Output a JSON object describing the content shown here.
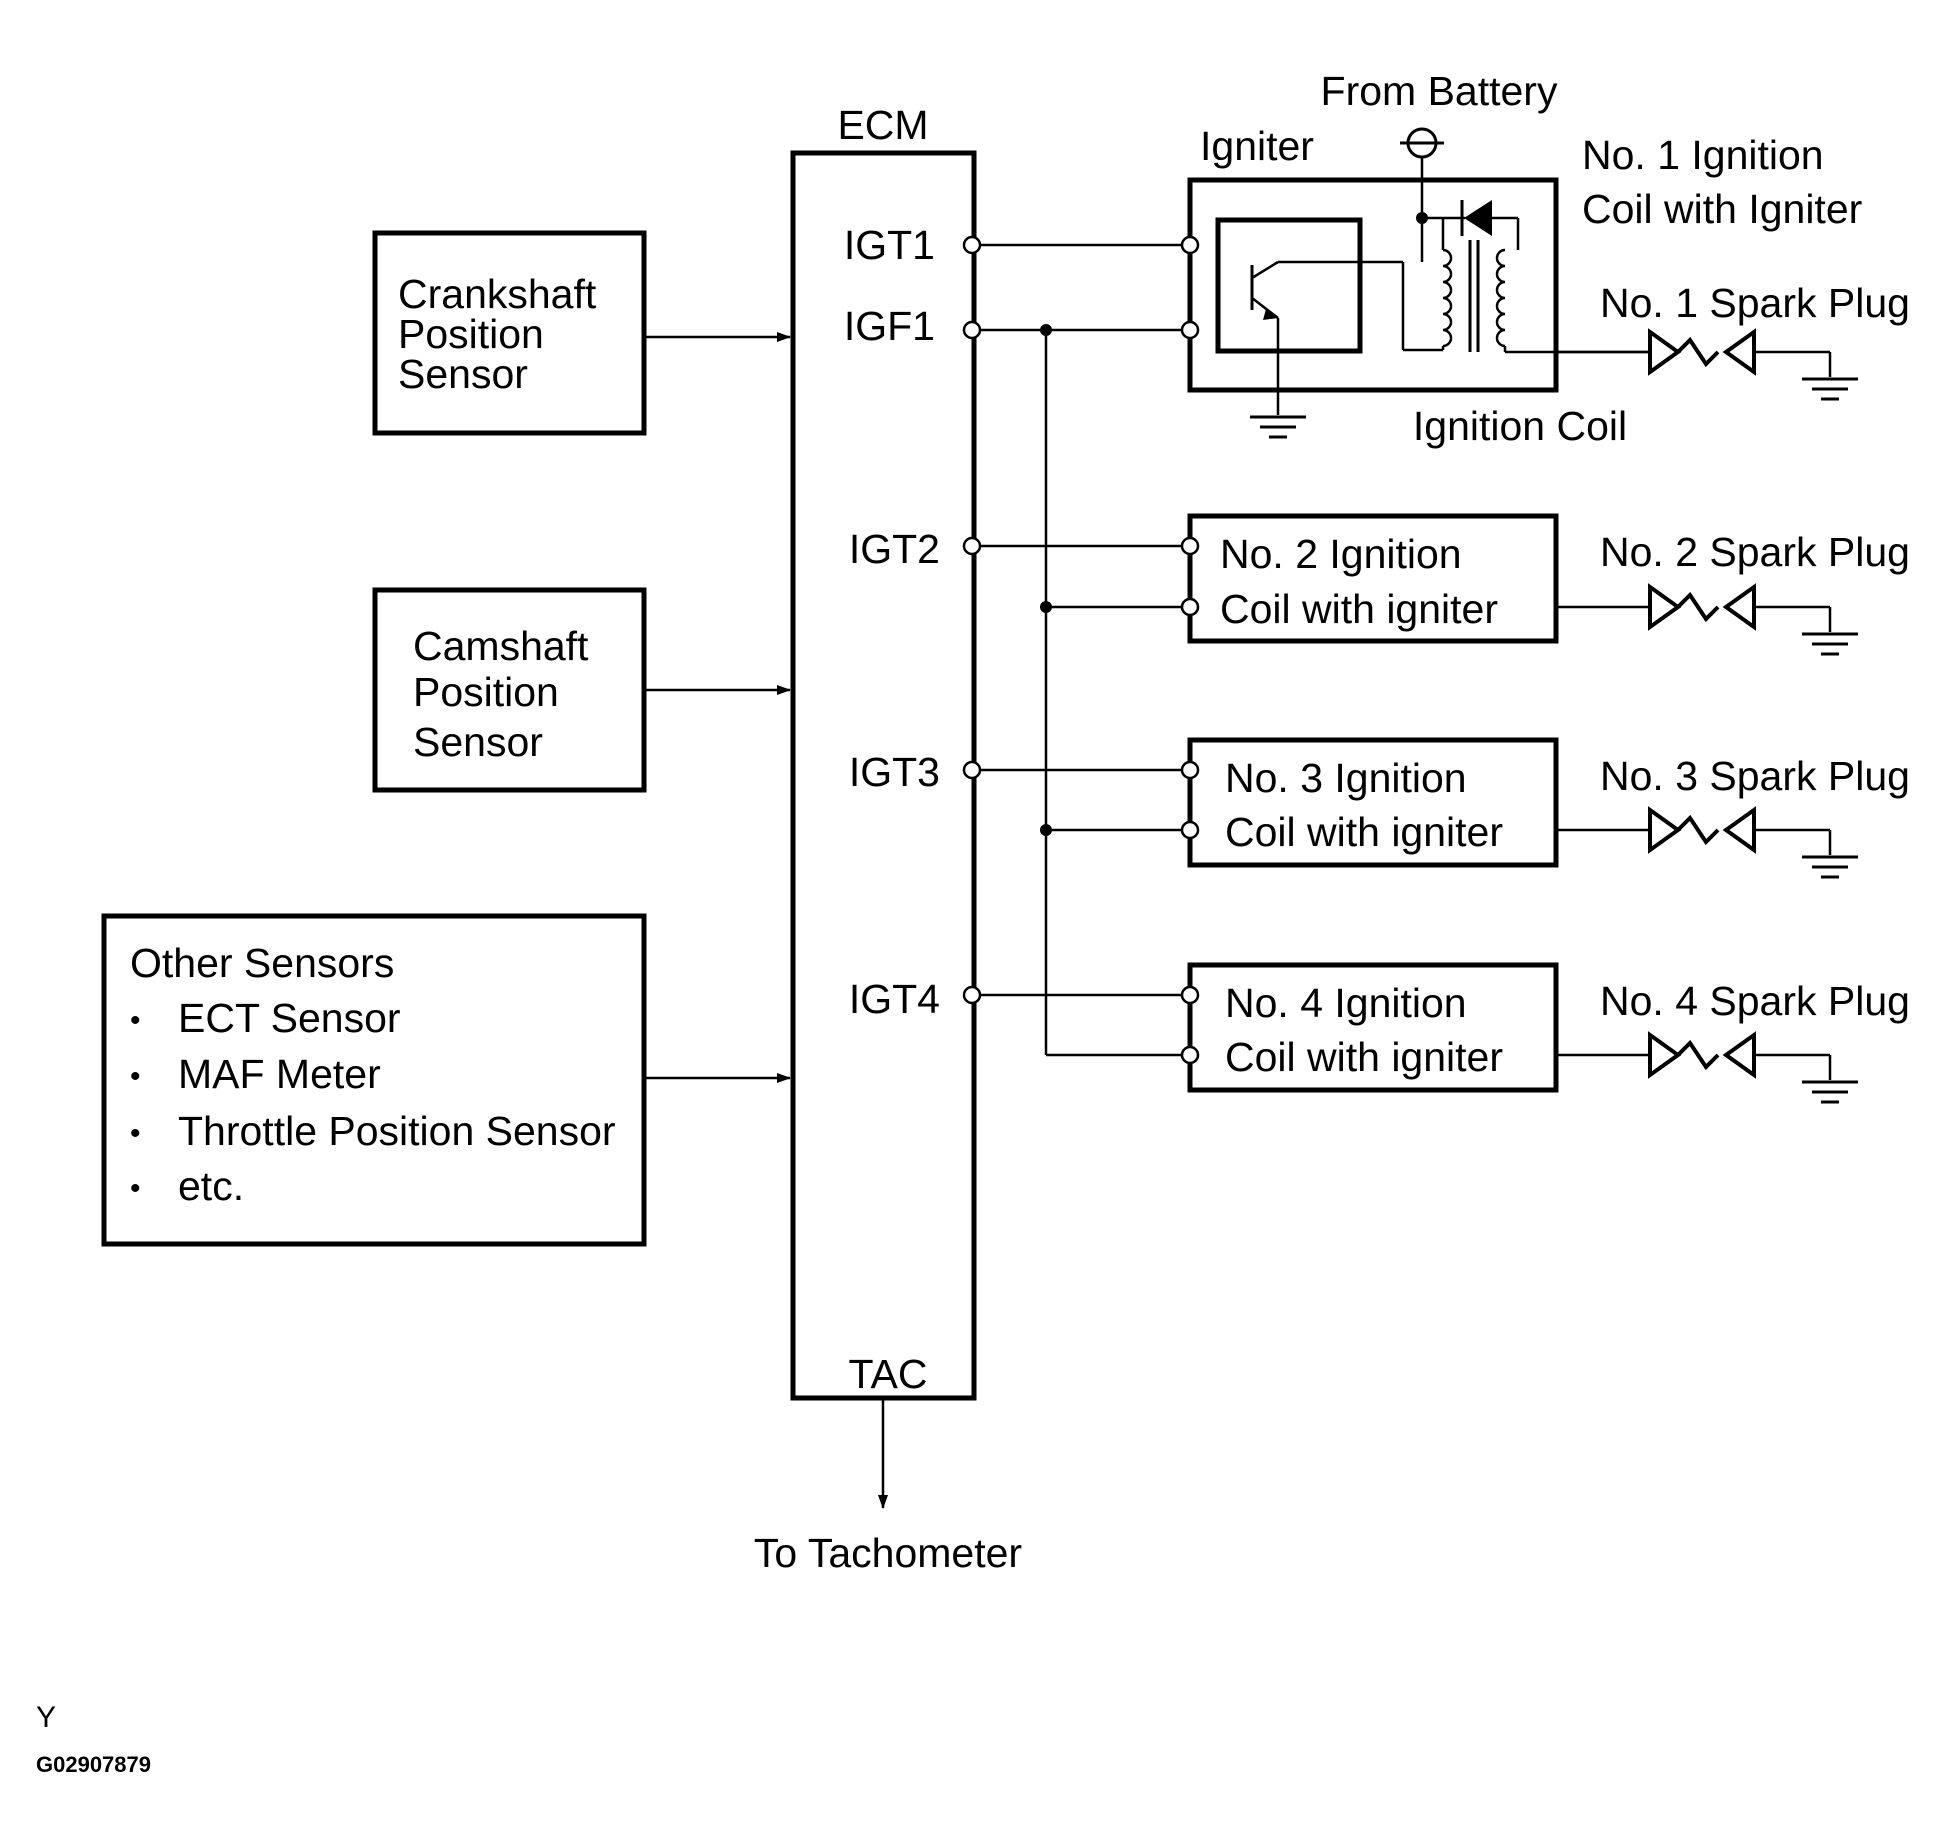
{
  "ecm": {
    "title": "ECM",
    "pins": {
      "igt1": "IGT1",
      "igf1": "IGF1",
      "igt2": "IGT2",
      "igt3": "IGT3",
      "igt4": "IGT4",
      "tac": "TAC"
    }
  },
  "sensors": {
    "crankshaft": [
      "Crankshaft",
      "Position",
      "Sensor"
    ],
    "camshaft": [
      "Camshaft",
      "Position",
      "Sensor"
    ],
    "other": {
      "title": "Other Sensors",
      "bullet": "•",
      "items": [
        "ECT Sensor",
        "MAF Meter",
        "Throttle Position Sensor",
        "etc."
      ]
    }
  },
  "coil1": {
    "from_battery": "From Battery",
    "igniter": "Igniter",
    "title_line1": "No. 1 Ignition",
    "title_line2": "Coil with Igniter",
    "ignition_coil": "Ignition Coil",
    "spark_plug": "No. 1 Spark Plug"
  },
  "coils": [
    {
      "line1": "No. 2 Ignition",
      "line2": "Coil with igniter",
      "spark_plug": "No. 2 Spark Plug"
    },
    {
      "line1": "No. 3 Ignition",
      "line2": "Coil with igniter",
      "spark_plug": "No. 3 Spark Plug"
    },
    {
      "line1": "No. 4 Ignition",
      "line2": "Coil with igniter",
      "spark_plug": "No. 4 Spark Plug"
    }
  ],
  "tachometer": "To Tachometer",
  "footer": {
    "mark": "Y",
    "code": "G02907879"
  }
}
